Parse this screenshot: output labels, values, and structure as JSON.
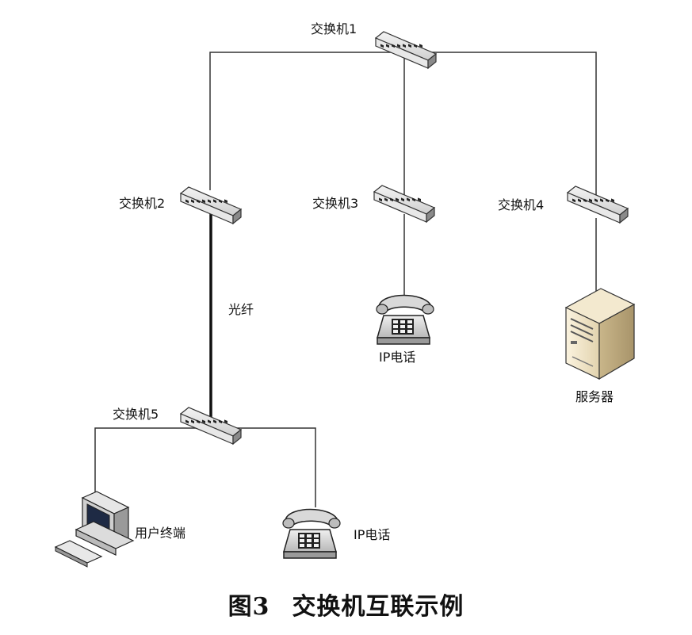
{
  "nodes": {
    "switch1": "交换机1",
    "switch2": "交换机2",
    "switch3": "交换机3",
    "switch4": "交换机4",
    "switch5": "交换机5",
    "ip_phone_top": "IP电话",
    "ip_phone_bottom": "IP电话",
    "server": "服务器",
    "user_terminal": "用户终端"
  },
  "edge_labels": {
    "fiber": "光纤"
  },
  "caption": {
    "figure_num": "图3",
    "title": "交换机互联示例"
  }
}
